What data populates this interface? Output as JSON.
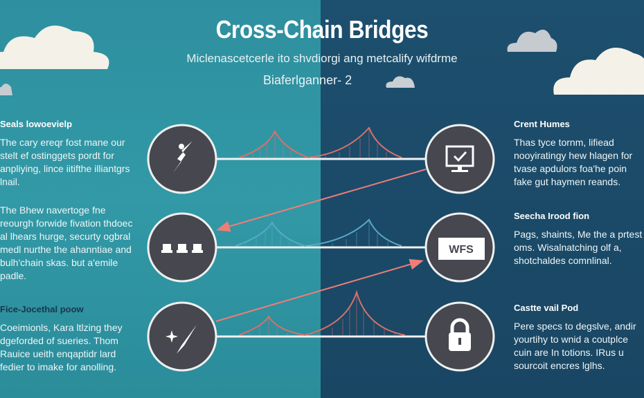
{
  "header": {
    "title": "Cross-Chain Bridges",
    "subtitle": "Miclenascetcerle ito shvdiorgi ang metcalify wifdrme",
    "subtitle2": "Biaferlganner- 2"
  },
  "left": [
    {
      "heading": "Seals lowoevielp",
      "body": "The cary ereqr fost mane our stelt ef ostinggets pordt for anpliying, lince iitifthe illiantgrs lnail."
    },
    {
      "heading": "",
      "body": "The Bhew navertoge fne reourgh forwide fivation thdoec al lhears hurge, securty ogbral medl nurthe the ahanntiae and bulh'chain skas. but a'emile padle."
    },
    {
      "heading": "Fice-Jocethal poow",
      "body": "Coeimionls, Kara ltlzing they dgeforded of sueries. Thom Rauice ueith enqaptidr lard fedier to imake for anolling."
    }
  ],
  "right": [
    {
      "heading": "Crent Humes",
      "body": "Thas tyce tornm, lifiead nooyiratingy hew hlagen for tvase apdulors foa'he poin fake gut haymen reands."
    },
    {
      "heading": "Seecha Irood fion",
      "body": "Pags, shaints, Me the a prtest oms. Wisalnatching olf a, shotchaldes comnlinal."
    },
    {
      "heading": "Castte vail Pod",
      "body": "Pere specs to degslve, andir yourtihy to wnid a coutplce cuin are In totions. IRus u sourcoit encres lglhs."
    }
  ],
  "icons": {
    "left": [
      "rocket-icon",
      "servers-icon",
      "sparkle-tool-icon"
    ],
    "right": [
      "monitor-check-icon",
      "wfs-badge-icon",
      "padlock-icon"
    ],
    "wfs_label": "WFS"
  },
  "colors": {
    "teal": "#3299a6",
    "navy": "#1b4a6b",
    "bridge_red": "#d9706a",
    "bridge_blue": "#5aa8c8",
    "arrow": "#ef7d78",
    "circle": "#46474f"
  }
}
